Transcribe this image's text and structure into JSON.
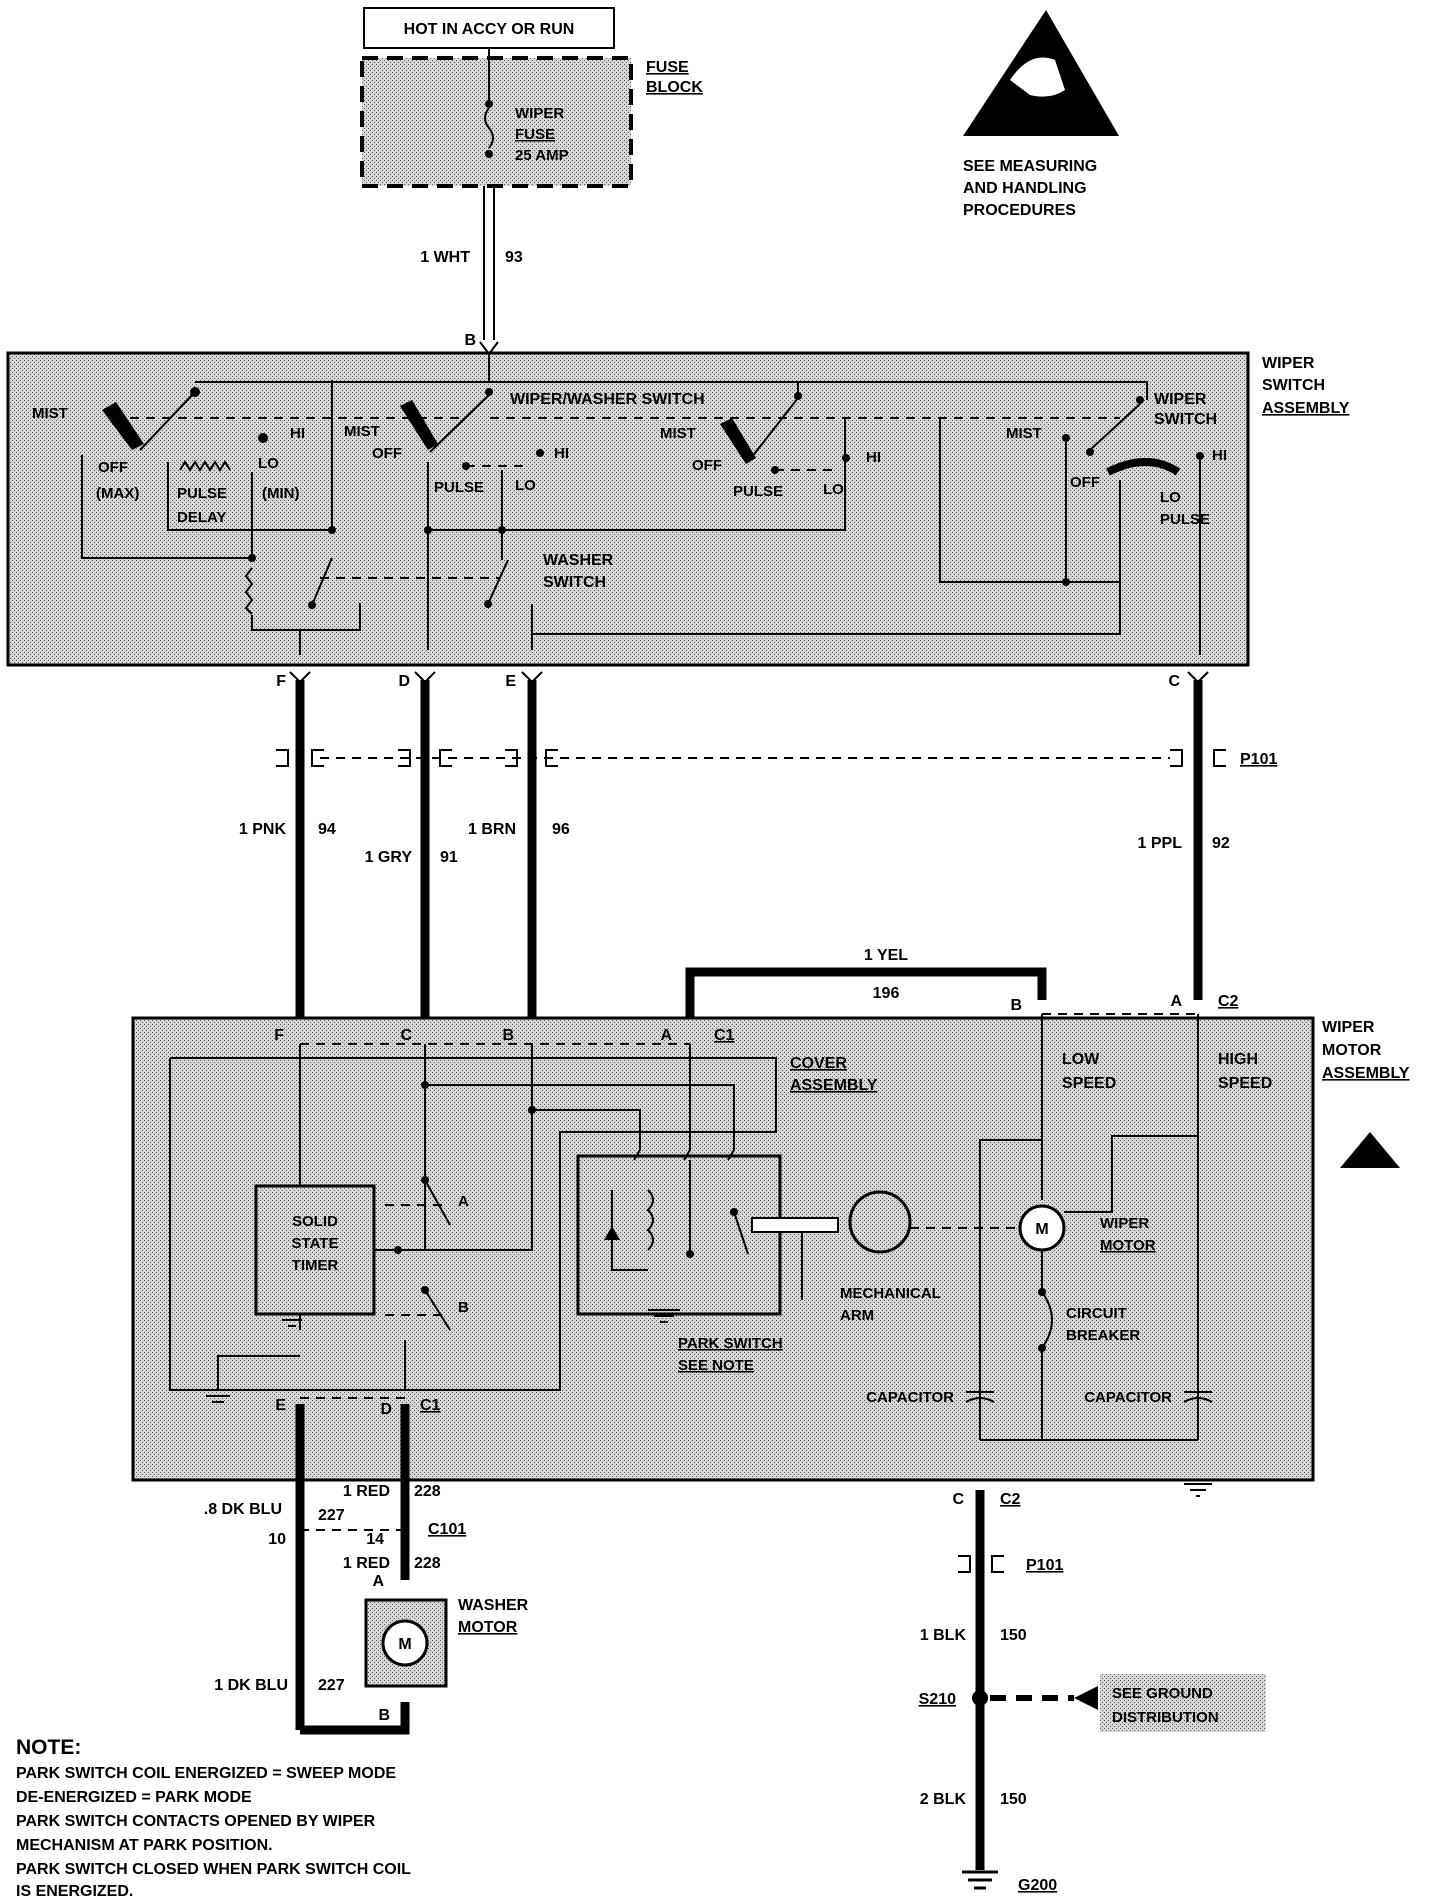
{
  "power": {
    "source_label": "HOT IN ACCY OR RUN",
    "fuse_block": [
      "FUSE",
      "BLOCK"
    ],
    "fuse": [
      "WIPER",
      "FUSE",
      "25 AMP"
    ]
  },
  "esd_notice": [
    "SEE MEASURING",
    "AND HANDLING",
    "PROCEDURES"
  ],
  "wires": {
    "feed": {
      "size_color": "1 WHT",
      "circuit": "93"
    },
    "pnk": {
      "size_color": "1 PNK",
      "circuit": "94"
    },
    "gry": {
      "size_color": "1 GRY",
      "circuit": "91"
    },
    "brn": {
      "size_color": "1 BRN",
      "circuit": "96"
    },
    "ppl": {
      "size_color": "1 PPL",
      "circuit": "92"
    },
    "yel": {
      "size_color": "1 YEL",
      "circuit": "196"
    },
    "dkblu8": {
      "size_color": ".8 DK BLU",
      "circuit": "227"
    },
    "red1": {
      "size_color": "1 RED",
      "circuit": "228"
    },
    "red2": {
      "size_color": "1 RED",
      "circuit": "228"
    },
    "dkblu1": {
      "size_color": "1 DK BLU",
      "circuit": "227"
    },
    "blk1": {
      "size_color": "1 BLK",
      "circuit": "150"
    },
    "blk2": {
      "size_color": "2 BLK",
      "circuit": "150"
    }
  },
  "switch_assembly": {
    "title": [
      "WIPER",
      "SWITCH",
      "ASSEMBLY"
    ],
    "wiper_washer_switch": "WIPER/WASHER SWITCH",
    "wiper_switch": [
      "WIPER",
      "SWITCH"
    ],
    "washer_switch": [
      "WASHER",
      "SWITCH"
    ],
    "labels": {
      "mist": "MIST",
      "off": "OFF",
      "off_max": "(MAX)",
      "pulse": "PULSE",
      "delay": "DELAY",
      "min": "(MIN)",
      "hi": "HI",
      "lo": "LO"
    },
    "pins": {
      "top": "B",
      "f": "F",
      "d": "D",
      "e": "E",
      "c": "C"
    }
  },
  "p101": "P101",
  "motor_assembly": {
    "title": [
      "WIPER",
      "MOTOR",
      "ASSEMBLY"
    ],
    "cover_assembly": [
      "COVER",
      "ASSEMBLY"
    ],
    "timer": [
      "SOLID",
      "STATE",
      "TIMER"
    ],
    "switch_a": "A",
    "switch_b": "B",
    "park_switch": [
      "PARK SWITCH",
      "SEE NOTE"
    ],
    "mechanical_arm": [
      "MECHANICAL",
      "ARM"
    ],
    "low_speed": [
      "LOW",
      "SPEED"
    ],
    "high_speed": [
      "HIGH",
      "SPEED"
    ],
    "wiper_motor": [
      "WIPER",
      "MOTOR"
    ],
    "circuit_breaker": [
      "CIRCUIT",
      "BREAKER"
    ],
    "capacitor": "CAPACITOR",
    "motor_symbol": "M",
    "c1_pins": {
      "f": "F",
      "c": "C",
      "b": "B",
      "a": "A",
      "conn": "C1"
    },
    "c2_pins": {
      "b": "B",
      "a": "A",
      "conn": "C2"
    },
    "bottom_pins": {
      "e": "E",
      "d": "D",
      "conn": "C1",
      "c": "C",
      "conn2": "C2"
    }
  },
  "c101": {
    "name": "C101",
    "pin10": "10",
    "pin14": "14"
  },
  "washer_motor": {
    "label": [
      "WASHER",
      "MOTOR"
    ],
    "symbol": "M",
    "pin_a": "A",
    "pin_b": "B"
  },
  "ground": {
    "splice": "S210",
    "see_ground": [
      "SEE GROUND",
      "DISTRIBUTION"
    ],
    "g200": "G200"
  },
  "note": {
    "heading": "NOTE:",
    "lines": [
      "PARK SWITCH COIL ENERGIZED = SWEEP MODE",
      "DE-ENERGIZED = PARK MODE",
      "PARK SWITCH CONTACTS OPENED BY WIPER",
      "MECHANISM AT PARK POSITION.",
      "PARK SWITCH  CLOSED WHEN PARK SWITCH COIL",
      "IS ENERGIZED."
    ]
  }
}
